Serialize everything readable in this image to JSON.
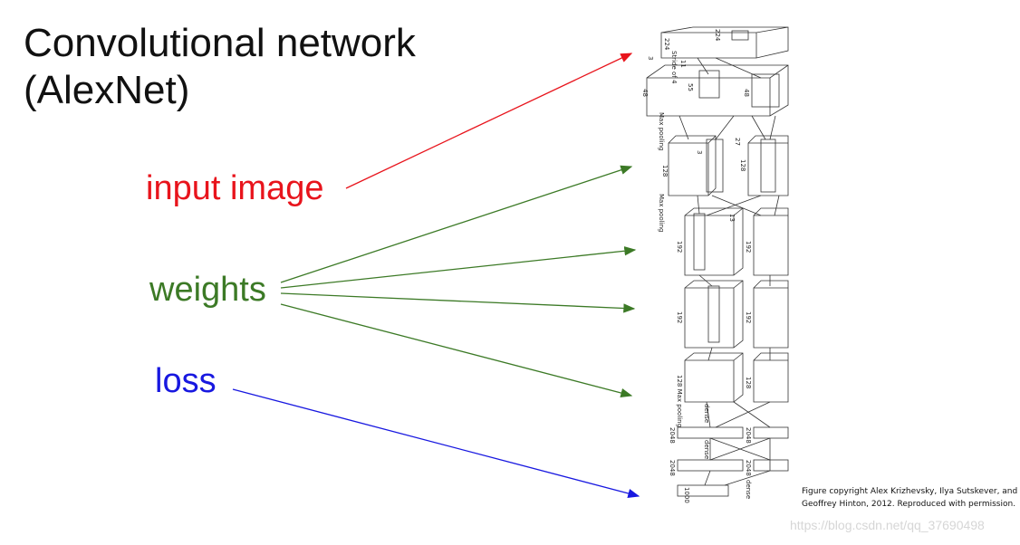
{
  "slide": {
    "title_line1": "Convolutional network",
    "title_line2": "(AlexNet)",
    "labels": {
      "input": "input image",
      "weights": "weights",
      "loss": "loss"
    },
    "colors": {
      "input": "#e8141c",
      "weights": "#3c7a26",
      "loss": "#1818e0"
    },
    "figure": {
      "labels": {
        "stride": "Stride of 4",
        "n224a": "224",
        "n224b": "224",
        "n3": "3",
        "n11": "11",
        "n55": "55",
        "n48a": "48",
        "n48b": "48",
        "pool1": "Max pooling",
        "n27": "27",
        "n128a": "128",
        "n128b": "128",
        "n3a": "3",
        "pool2": "Max pooling",
        "n13": "13",
        "n192a": "192",
        "n192b": "192",
        "n192c": "192",
        "n192d": "192",
        "n128c": "128 Max pooling",
        "n128d": "128",
        "dense1": "dense",
        "dense2": "dense",
        "dense3": "dense",
        "n2048a": "2048",
        "n2048b": "2048",
        "n2048c": "2048",
        "n2048d": "2048",
        "n1000": "1000"
      }
    },
    "caption_line1": "Figure copyright Alex Krizhevsky, Ilya Sutskever, and",
    "caption_line2": "Geoffrey Hinton, 2012. Reproduced with permission.",
    "watermark": "https://blog.csdn.net/qq_37690498"
  }
}
